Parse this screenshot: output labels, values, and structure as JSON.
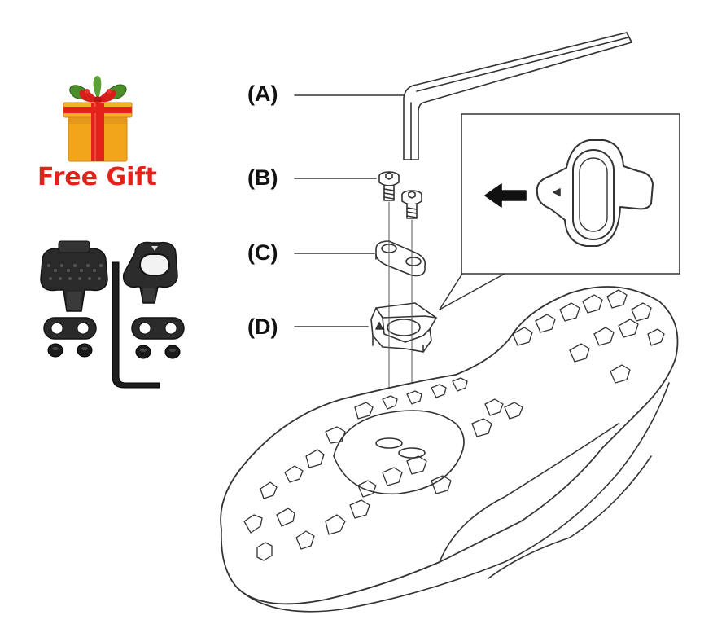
{
  "promo": {
    "label": "Free Gift"
  },
  "callouts": {
    "a": "(A)",
    "b": "(B)",
    "c": "(C)",
    "d": "(D)"
  },
  "colors": {
    "gift_red": "#e3221b",
    "gift_gold": "#f2a51b",
    "ink": "#111111",
    "line_gray": "#333333"
  },
  "icons": {
    "promo": "gift-box-icon",
    "direction": "arrow-left-icon"
  }
}
